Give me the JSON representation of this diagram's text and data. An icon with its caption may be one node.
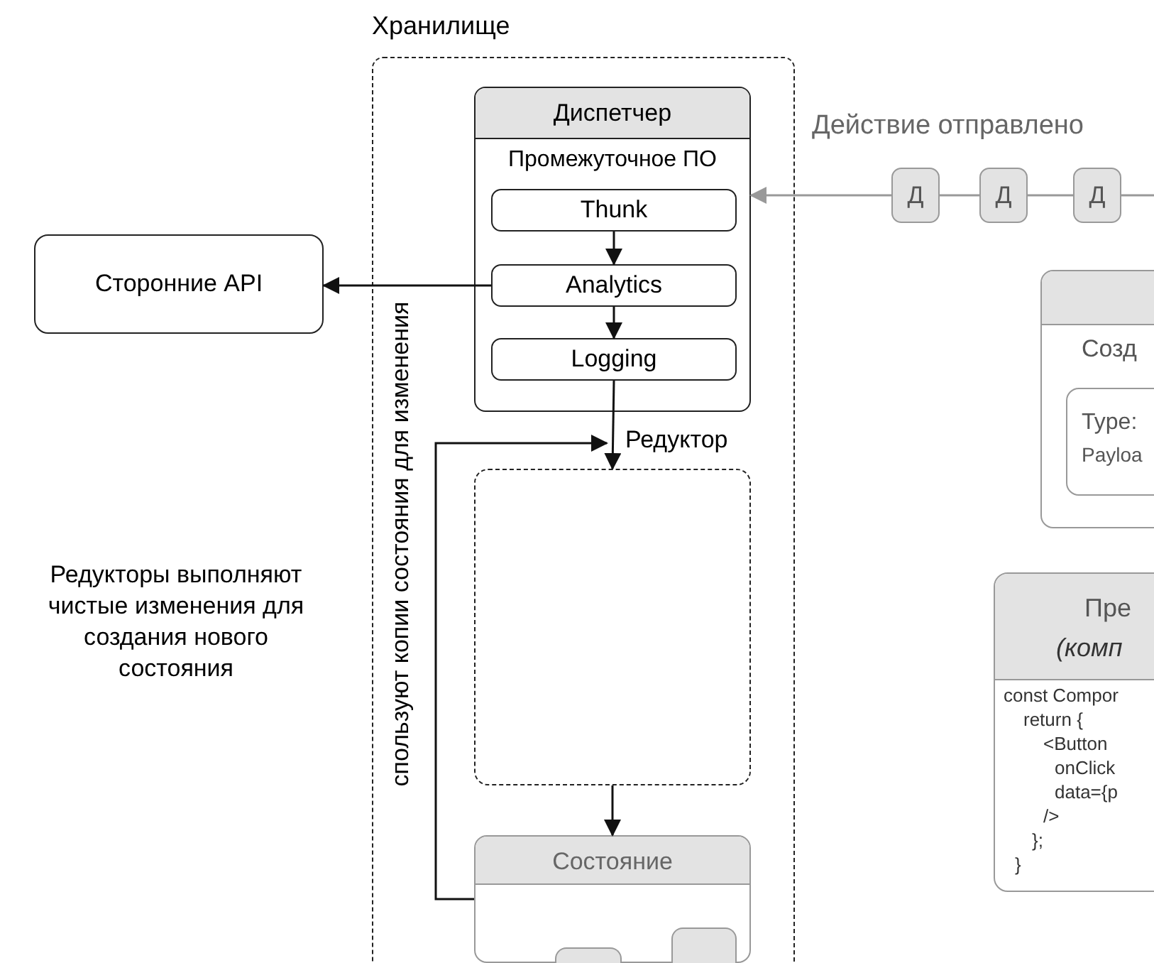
{
  "diagram": {
    "nodes": [
      {
        "text": [
          "Хранилище"
        ]
      },
      {
        "text": [
          "Диспетчер",
          "Промежуточное ПО"
        ],
        "in": 0
      },
      {
        "text": [
          "Thunk"
        ],
        "in": 1
      },
      {
        "text": [
          "Analytics"
        ],
        "in": 1
      },
      {
        "text": [
          "Logging"
        ],
        "in": 1
      },
      {
        "text": [],
        "shape": "box",
        "in": 0
      },
      {
        "text": [
          "Состояние"
        ],
        "in": 0
      },
      {
        "text": [],
        "shape": "box",
        "in": 6
      },
      {
        "text": [],
        "shape": "box",
        "in": 6
      },
      {
        "text": [
          "Сторонние API"
        ]
      },
      {
        "text": [
          "Д"
        ]
      },
      {
        "text": [
          "Д"
        ]
      },
      {
        "text": [
          "Д"
        ]
      },
      {
        "text": [
          "Созд"
        ]
      },
      {
        "text": [
          "Type:",
          "Payloa"
        ],
        "in": 13
      },
      {
        "text": [
          "Пре",
          "(комп",
          "const Compor",
          "return {",
          "<Button",
          "onClick",
          "data={p",
          "/>",
          "};",
          "}"
        ]
      }
    ],
    "edges": [
      {
        "from": 2,
        "to": 3,
        "arrow": "to"
      },
      {
        "from": 3,
        "to": 4,
        "arrow": "to"
      },
      {
        "from": 3,
        "to": 9,
        "arrow": "to"
      },
      {
        "from": 4,
        "to": 5,
        "arrow": "to",
        "label": "Редуктор"
      },
      {
        "from": 5,
        "to": 6,
        "arrow": "to"
      },
      {
        "from": 6,
        "to": 5,
        "arrow": "to"
      },
      {
        "from": 10,
        "to": 1,
        "arrow": "to",
        "color": "#999999"
      },
      {
        "from": 11,
        "to": 10,
        "arrow": "none",
        "color": "#999999"
      },
      {
        "from": 12,
        "to": 11,
        "arrow": "none",
        "color": "#999999"
      },
      {
        "from": null,
        "to": 12,
        "arrow": "none",
        "color": "#999999"
      }
    ],
    "labels": [
      "Действие отправлено",
      "спользуют копии состояния для изменения",
      "Редукторы выполняют чистые изменения для создания нового состояния"
    ]
  }
}
